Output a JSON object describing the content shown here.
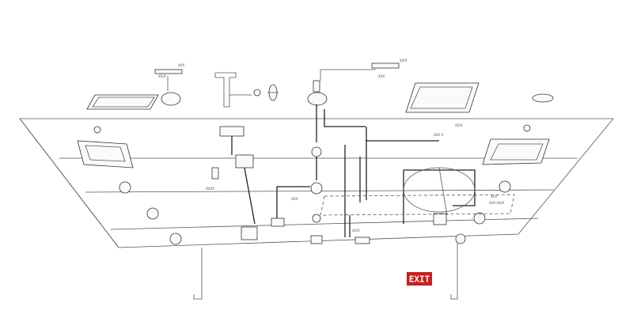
{
  "exit_sign": {
    "label": "EXIT",
    "color": "#c8201e"
  },
  "labels": {
    "a": "XX/X",
    "b": "XXX",
    "c": "XXX",
    "d": "XX/X",
    "e": "XXX X",
    "f": "XX/X",
    "g": "XXXX",
    "h": "XXX",
    "i": "XX/X",
    "j": "XXX",
    "k": "XXX XX/X"
  }
}
